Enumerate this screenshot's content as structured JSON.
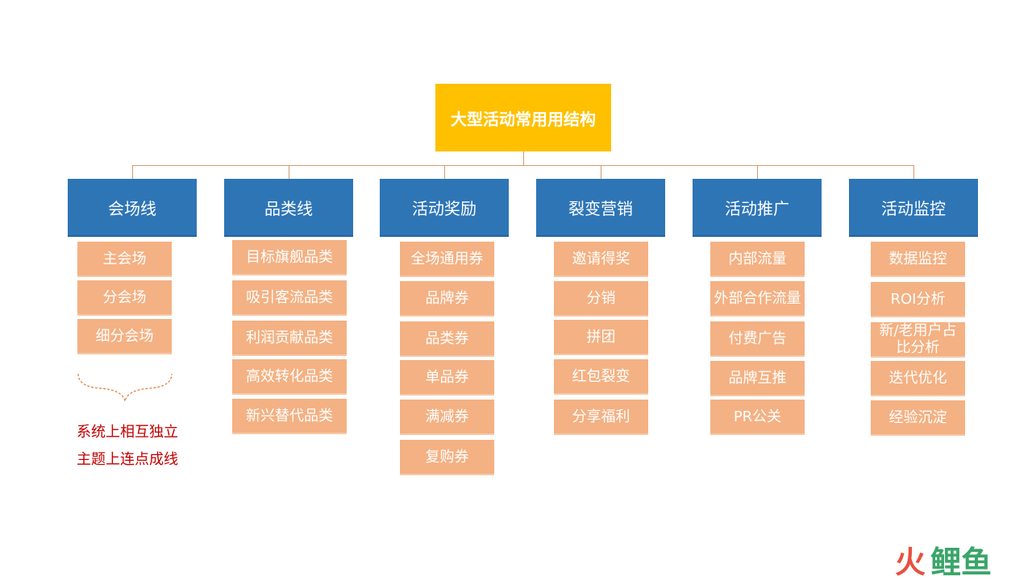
{
  "diagram": {
    "root": "大型活动常用用结构",
    "categories": [
      {
        "label": "会场线",
        "items": [
          "主会场",
          "分会场",
          "细分会场"
        ]
      },
      {
        "label": "品类线",
        "items": [
          "目标旗舰品类",
          "吸引客流品类",
          "利润贡献品类",
          "高效转化品类",
          "新兴替代品类"
        ]
      },
      {
        "label": "活动奖励",
        "items": [
          "全场通用券",
          "品牌券",
          "品类券",
          "单品券",
          "满减券",
          "复购券"
        ]
      },
      {
        "label": "裂变营销",
        "items": [
          "邀请得奖",
          "分销",
          "拼团",
          "红包裂变",
          "分享福利"
        ]
      },
      {
        "label": "活动推广",
        "items": [
          "内部流量",
          "外部合作流量",
          "付费广告",
          "品牌互推",
          "PR公关"
        ]
      },
      {
        "label": "活动监控",
        "items": [
          "数据监控",
          "ROI分析",
          "新/老用户占比分析",
          "迭代优化",
          "经验沉淀"
        ]
      }
    ],
    "notes": [
      "系统上相互独立",
      "主题上连点成线"
    ]
  },
  "logo": {
    "fire": "火",
    "fish": "鲤鱼"
  },
  "colors": {
    "root": "#ffc000",
    "category": "#2e75b6",
    "item": "#f4b183",
    "connector": "#d39a6a",
    "note": "#c00000"
  }
}
